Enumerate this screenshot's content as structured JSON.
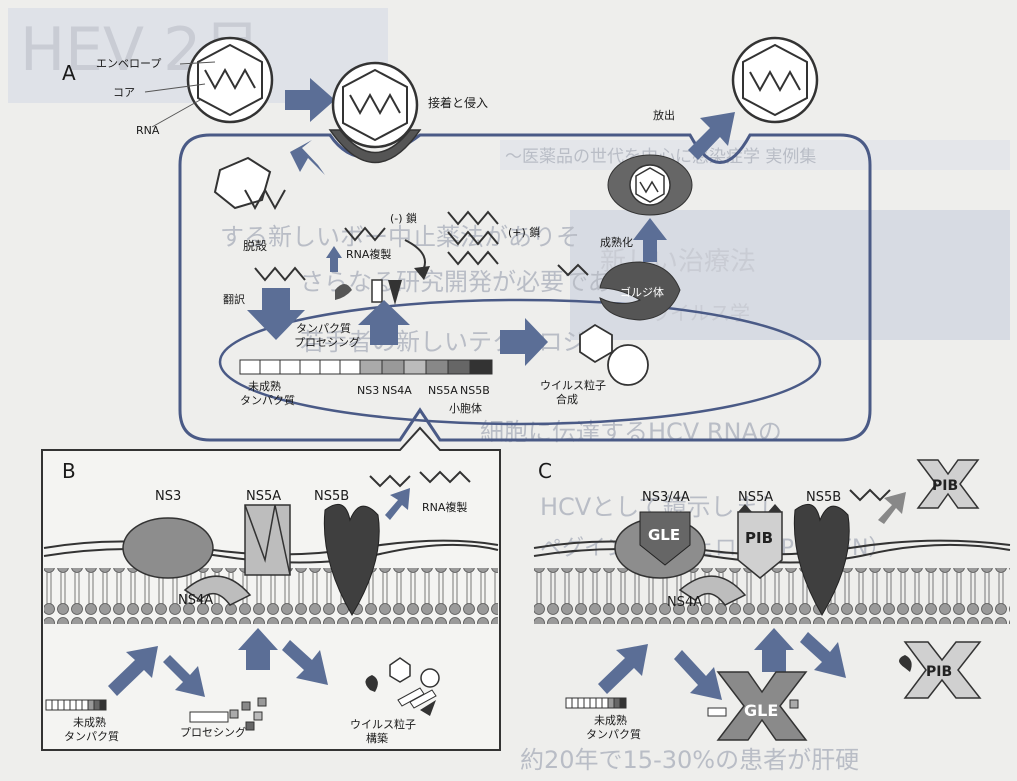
{
  "background_text": {
    "top_left_banner": "HEV 2月",
    "line_1": "～医薬品の世代を中心に感染症学 実例集",
    "line_2": "する新しいボー中止薬法がありそ",
    "line_3": "さらなる研究開発が必要である。",
    "line_4": "若手者の新しいテクノロジー",
    "line_5": "細胞に伝達するHCV RNAの",
    "line_6": "HCVとして鏡示しまし",
    "line_7": "ペグインターフェロン（PEG-IFN）",
    "line_8": "約20年で15-30%の患者が肝硬",
    "right_box_1": "新しい治療法",
    "right_box_2": "ウイルス学"
  },
  "panel_a": {
    "label": "A",
    "envelope": "エンベロープ",
    "core": "コア",
    "rna": "RNA",
    "attach_entry": "接着と侵入",
    "uncoating": "脱殻",
    "minus_strand": "(-) 鎖",
    "plus_strand": "(+) 鎖",
    "rna_replication": "RNA複製",
    "translation": "翻訳",
    "protein_processing_1": "タンパク質",
    "protein_processing_2": "プロセシング",
    "immature_protein_1": "未成熟",
    "immature_protein_2": "タンパク質",
    "ns3": "NS3",
    "ns4a": "NS4A",
    "ns5a": "NS5A",
    "ns5b": "NS5B",
    "vesicle": "小胞体",
    "assembly_1": "ウイルス粒子",
    "assembly_2": "合成",
    "golgi": "ゴルジ体",
    "maturation": "成熟化",
    "release": "放出"
  },
  "panel_b": {
    "label": "B",
    "ns3": "NS3",
    "ns5a": "NS5A",
    "ns5b": "NS5B",
    "ns4a": "NS4A",
    "rna_replication": "RNA複製",
    "immature_1": "未成熟",
    "immature_2": "タンパク質",
    "processing": "プロセシング",
    "assembly_1": "ウイルス粒子",
    "assembly_2": "構築"
  },
  "panel_c": {
    "label": "C",
    "ns34a": "NS3/4A",
    "ns5a": "NS5A",
    "ns5b": "NS5B",
    "ns4a": "NS4A",
    "gle": "GLE",
    "pib": "PIB",
    "immature_1": "未成熟",
    "immature_2": "タンパク質"
  },
  "colors": {
    "arrow": "#5b6e96",
    "protein_dark": "#3f3f3f",
    "protein_mid": "#8d8d8d",
    "protein_light": "#bdbdbd",
    "cell_outline": "#4a5a86",
    "membrane_bead": "#999999"
  }
}
